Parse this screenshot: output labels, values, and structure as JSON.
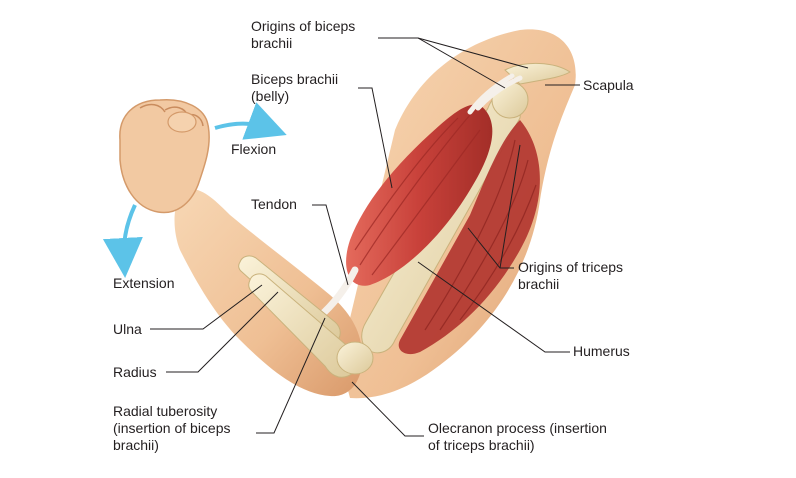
{
  "labels": {
    "origins_biceps": [
      "Origins of biceps",
      "brachii"
    ],
    "biceps_belly": [
      "Biceps brachii",
      "(belly)"
    ],
    "scapula": "Scapula",
    "flexion": "Flexion",
    "tendon": "Tendon",
    "extension": "Extension",
    "origins_triceps": [
      "Origins of triceps",
      "brachii"
    ],
    "ulna": "Ulna",
    "humerus": "Humerus",
    "radius": "Radius",
    "radial_tuberosity": [
      "Radial tuberosity",
      "(insertion of biceps",
      "brachii)"
    ],
    "olecranon": [
      "Olecranon process (insertion",
      "of triceps brachii)"
    ]
  },
  "colors": {
    "skin": "#f0c49c",
    "skin_shadow": "#d89c6c",
    "muscle": "#c8413a",
    "muscle_dark": "#9e2a26",
    "bone": "#efe2bc",
    "tendon": "#f5f0ea",
    "arrow": "#5cc3e8",
    "leader": "#231f20"
  }
}
